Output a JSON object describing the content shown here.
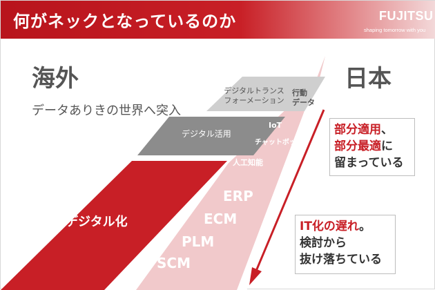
{
  "header": {
    "title": "何がネックとなっているのか",
    "logo": "FUJITSU",
    "tagline": "shaping tomorrow with you"
  },
  "left": {
    "title": "海外",
    "subtitle": "データありきの世界へ突入"
  },
  "right": {
    "title": "日本"
  },
  "steps": {
    "top_line1": "デジタルトランス",
    "top_line2": "フォーメーション",
    "mid": "デジタル活用",
    "base": "デジタル化"
  },
  "japan_column": {
    "top_line1": "行動",
    "top_line2": "データ",
    "mid_line1": "IoT",
    "mid_line2": "チャットボット",
    "mid_line3": "人工知能",
    "base": [
      "ERP",
      "ECM",
      "PLM",
      "SCM"
    ]
  },
  "callouts": {
    "c1": {
      "line1_red": "部分適用",
      "line1_rest": "、",
      "line2_red": "部分最適",
      "line2_rest": "に",
      "line3": "留まっている"
    },
    "c2": {
      "line1_red": "IT化の遅れ",
      "line1_rest": "。",
      "line2": "検討から",
      "line3": "抜け落ちている"
    }
  },
  "colors": {
    "brand_red": "#c81f26",
    "dark_red": "#b8141c",
    "light_red": "#f1c9cb",
    "gray_dark": "#8c8c8c",
    "gray_light": "#cfcfcf",
    "text_gray": "#555555"
  }
}
